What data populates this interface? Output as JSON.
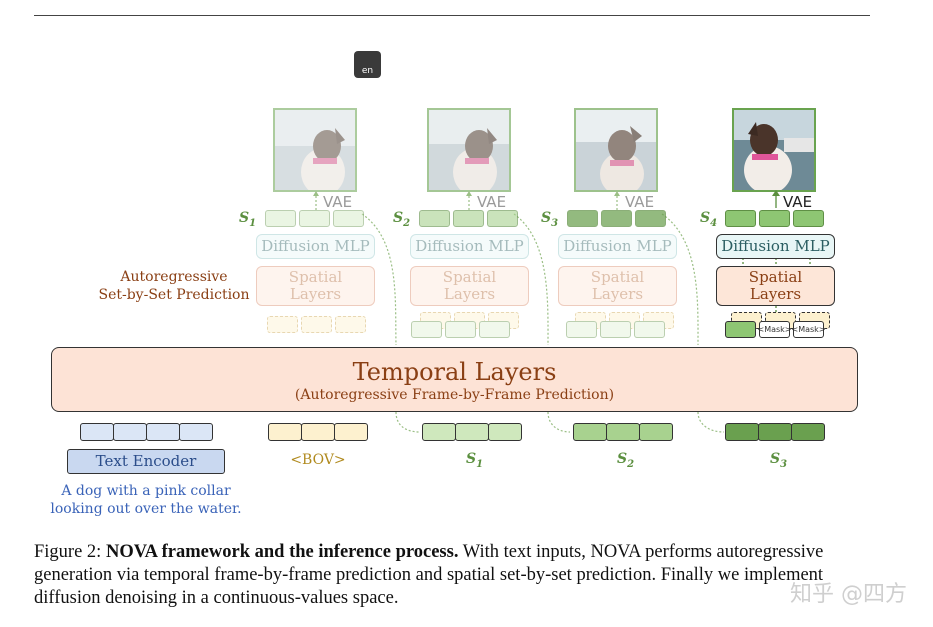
{
  "vae_label": "VAE",
  "diffusion_mlp_label": "Diffusion MLP",
  "spatial_layers_label": "Spatial\nLayers",
  "autoregressive_label": "Autoregressive\nSet-by-Set Prediction",
  "temporal": {
    "title": "Temporal Layers",
    "subtitle": "(Autoregressive Frame-by-Frame Prediction)"
  },
  "set_labels": [
    {
      "main": "S",
      "sub": "1"
    },
    {
      "main": "S",
      "sub": "2"
    },
    {
      "main": "S",
      "sub": "3"
    },
    {
      "main": "S",
      "sub": "4"
    }
  ],
  "bottom_labels": [
    {
      "main": "S",
      "sub": "1"
    },
    {
      "main": "S",
      "sub": "2"
    },
    {
      "main": "S",
      "sub": "3"
    }
  ],
  "text_encoder_label": "Text Encoder",
  "bov_label": "<BOV>",
  "mask_label": "<Mask>",
  "prompt_text": "A dog with a pink collar\nlooking out over the water.",
  "caption": {
    "prefix": "Figure 2: ",
    "bold": "NOVA framework and the inference process.",
    "rest": " With text inputs, NOVA performs autoregressive generation via temporal frame-by-frame prediction and spatial set-by-set prediction. Finally we implement diffusion denoising in a continuous-values space."
  },
  "watermark": "知乎 @四方",
  "app_icon_text": "en",
  "colors": {
    "green_dark": "#6aa04f",
    "green_light": "#cfe8bd",
    "green_mid": "#a8d28f",
    "peach": "#fde3d6",
    "blue_token": "#dbe6f6",
    "yellow_token": "#fdf1cf"
  }
}
